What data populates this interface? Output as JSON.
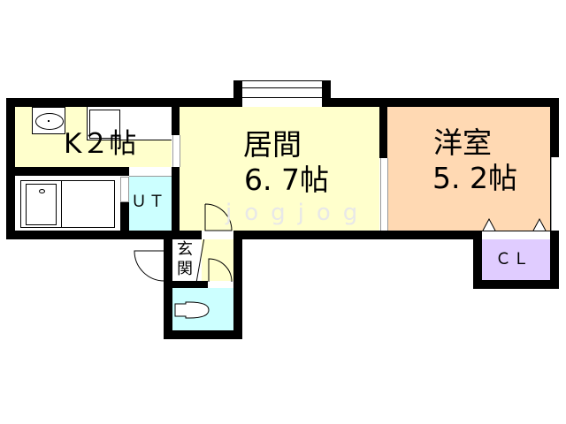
{
  "floorplan": {
    "rooms": [
      {
        "id": "kitchen",
        "name": "K",
        "size": "2帖",
        "label": "K２帖",
        "color": "#ffffcc"
      },
      {
        "id": "living",
        "name": "居間",
        "size": "6.7帖",
        "label_line1": "居間",
        "label_line2": "6. 7帖",
        "color": "#ffffcc"
      },
      {
        "id": "western-room",
        "name": "洋室",
        "size": "5.2帖",
        "label_line1": "洋室",
        "label_line2": "5. 2帖",
        "color": "#ffd9b3"
      },
      {
        "id": "utility",
        "label": "ＵＴ",
        "color": "#ccffff"
      },
      {
        "id": "closet",
        "label": "ＣＬ",
        "color": "#e0ccff"
      },
      {
        "id": "entrance",
        "label": "玄関",
        "color": "#ffffff"
      },
      {
        "id": "toilet",
        "label": "",
        "color": "#ccffff"
      },
      {
        "id": "bath",
        "label": "",
        "color": "#ffffff"
      }
    ],
    "watermark": "jogjog",
    "colors": {
      "wall": "#000000",
      "japanese_floor": "#ffffcc",
      "western_floor": "#ffd9b3",
      "wet_area": "#ccffff",
      "closet": "#e0ccff"
    }
  }
}
